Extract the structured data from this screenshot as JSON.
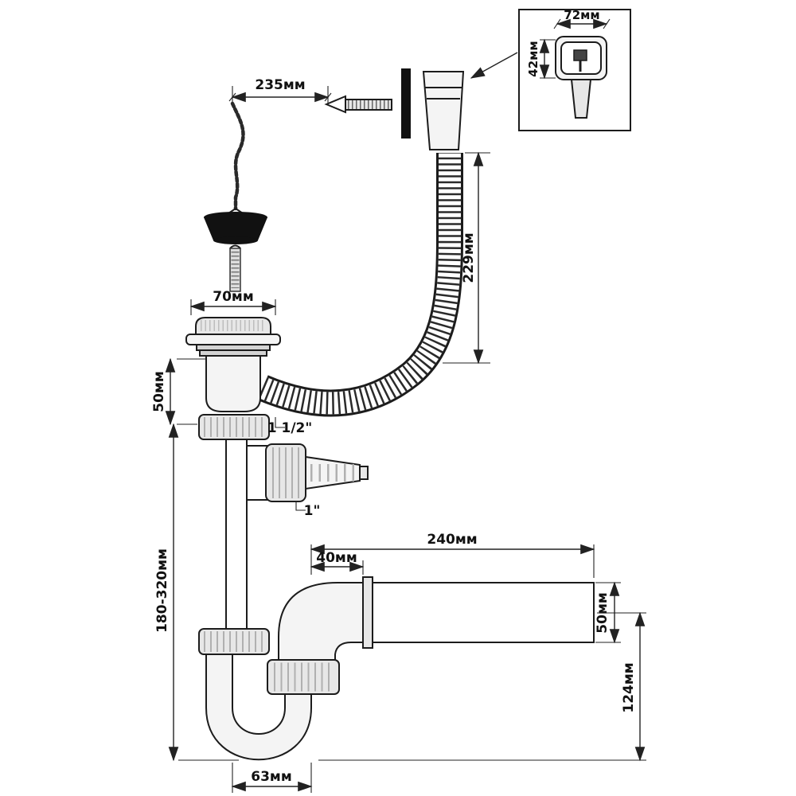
{
  "labels": {
    "chain": "235мм",
    "cover_w": "72мм",
    "cover_h": "42мм",
    "hose": "229мм",
    "flange": "70мм",
    "drain_h": "50мм",
    "nut": "1 1/2\"",
    "spigot": "1\"",
    "height": "180-320мм",
    "outlet_len": "240мм",
    "outlet_off": "40мм",
    "outlet_dia": "50мм",
    "drop": "124мм",
    "trap": "63мм"
  },
  "colors": {
    "line": "#1c1c1c",
    "dim": "#222222",
    "fill_light": "#f4f4f4",
    "fill_mid": "#e7e7e7",
    "fill_dark": "#111111",
    "background": "#ffffff"
  }
}
